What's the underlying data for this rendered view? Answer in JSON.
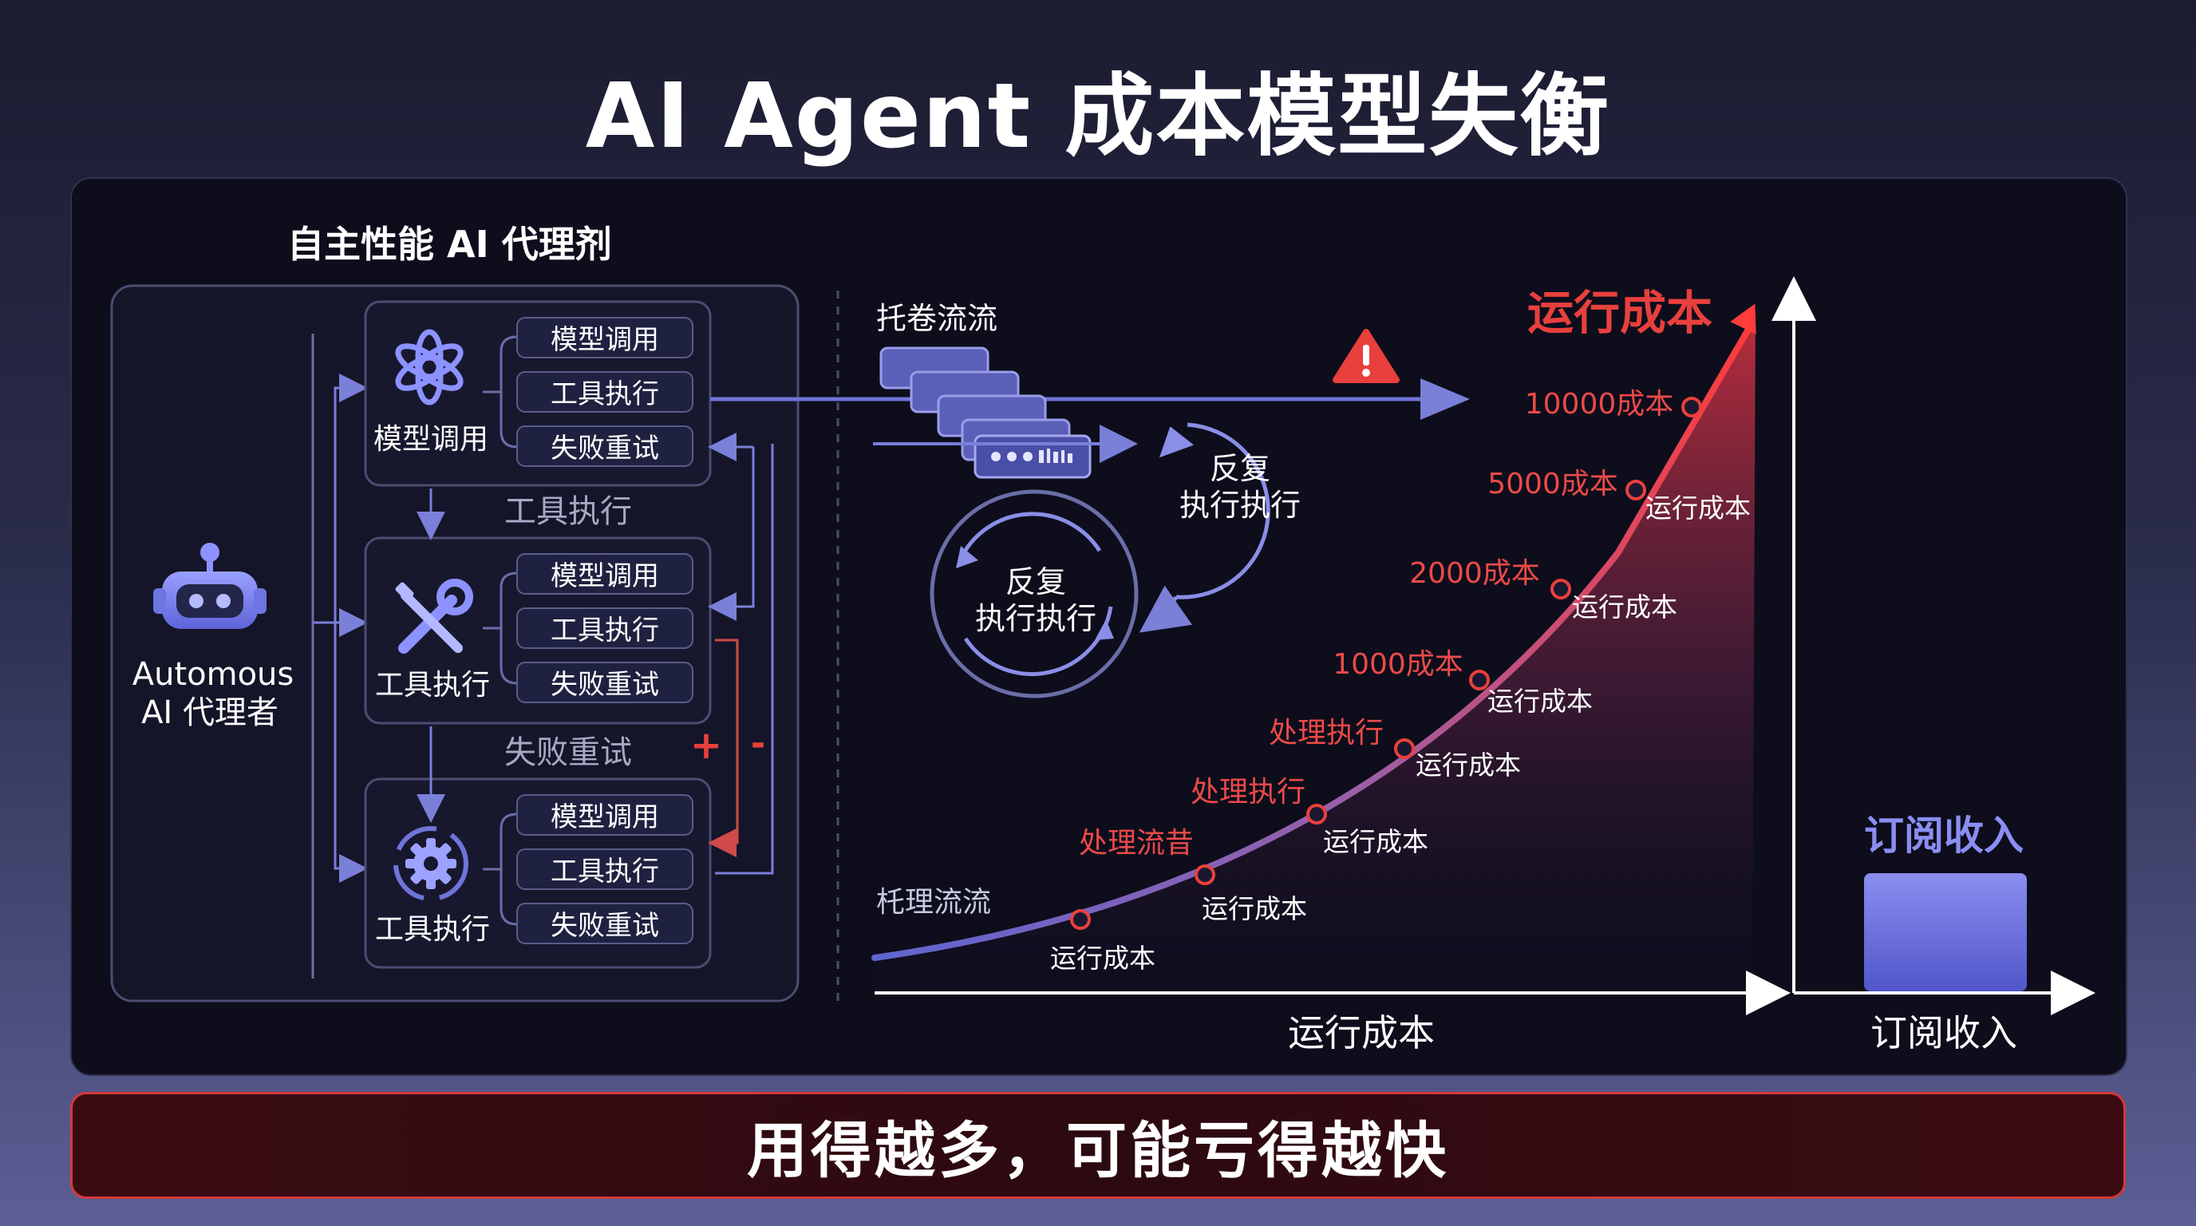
{
  "title": "AI Agent 成本模型失衡",
  "banner": "用得越多，可能亏得越快",
  "left": {
    "section_title": "自主性能 AI 代理剂",
    "agent_label_1": "Automous",
    "agent_label_2": "AI 代理者",
    "modules": [
      {
        "label": "模型调用",
        "icon": "openai-logo-icon",
        "items": [
          "模型调用",
          "工具执行",
          "失败重试"
        ]
      },
      {
        "label": "工具执行",
        "icon": "tools-icon",
        "items": [
          "模型调用",
          "工具执行",
          "失败重试"
        ]
      },
      {
        "label": "工具执行",
        "icon": "gear-cycle-icon",
        "items": [
          "模型调用",
          "工具执行",
          "失败重试"
        ]
      }
    ],
    "between_1": "工具执行",
    "between_2": "失败重试"
  },
  "middle": {
    "flow_title": "托卷流流",
    "loop_1": [
      "反复",
      "执行执行"
    ],
    "loop_2": [
      "反复",
      "执行执行"
    ],
    "curve_start_label": "杔理流流"
  },
  "chart_data": {
    "type": "line",
    "x_axis_label": "运行成本",
    "curve_title": "运行成本",
    "points": [
      {
        "above": "",
        "below": "运行成本"
      },
      {
        "above": "处理流昔",
        "below": "运行成本"
      },
      {
        "above": "处理执行",
        "below": "运行成本"
      },
      {
        "above": "处理执行",
        "below": "运行成本"
      },
      {
        "above": "1000成本",
        "below": "运行成本"
      },
      {
        "above": "2000成本",
        "below": "运行成本"
      },
      {
        "above": "5000成本",
        "below": "运行成本"
      },
      {
        "above": "10000成本",
        "below": ""
      }
    ],
    "revenue_bar_label": "订阅收入",
    "revenue_axis_label": "订阅收入"
  },
  "colors": {
    "accent_red": "#e8403c",
    "accent_blue": "#6f74d8",
    "bar_blue": "#6266d8",
    "box_border": "#4b4d72"
  }
}
